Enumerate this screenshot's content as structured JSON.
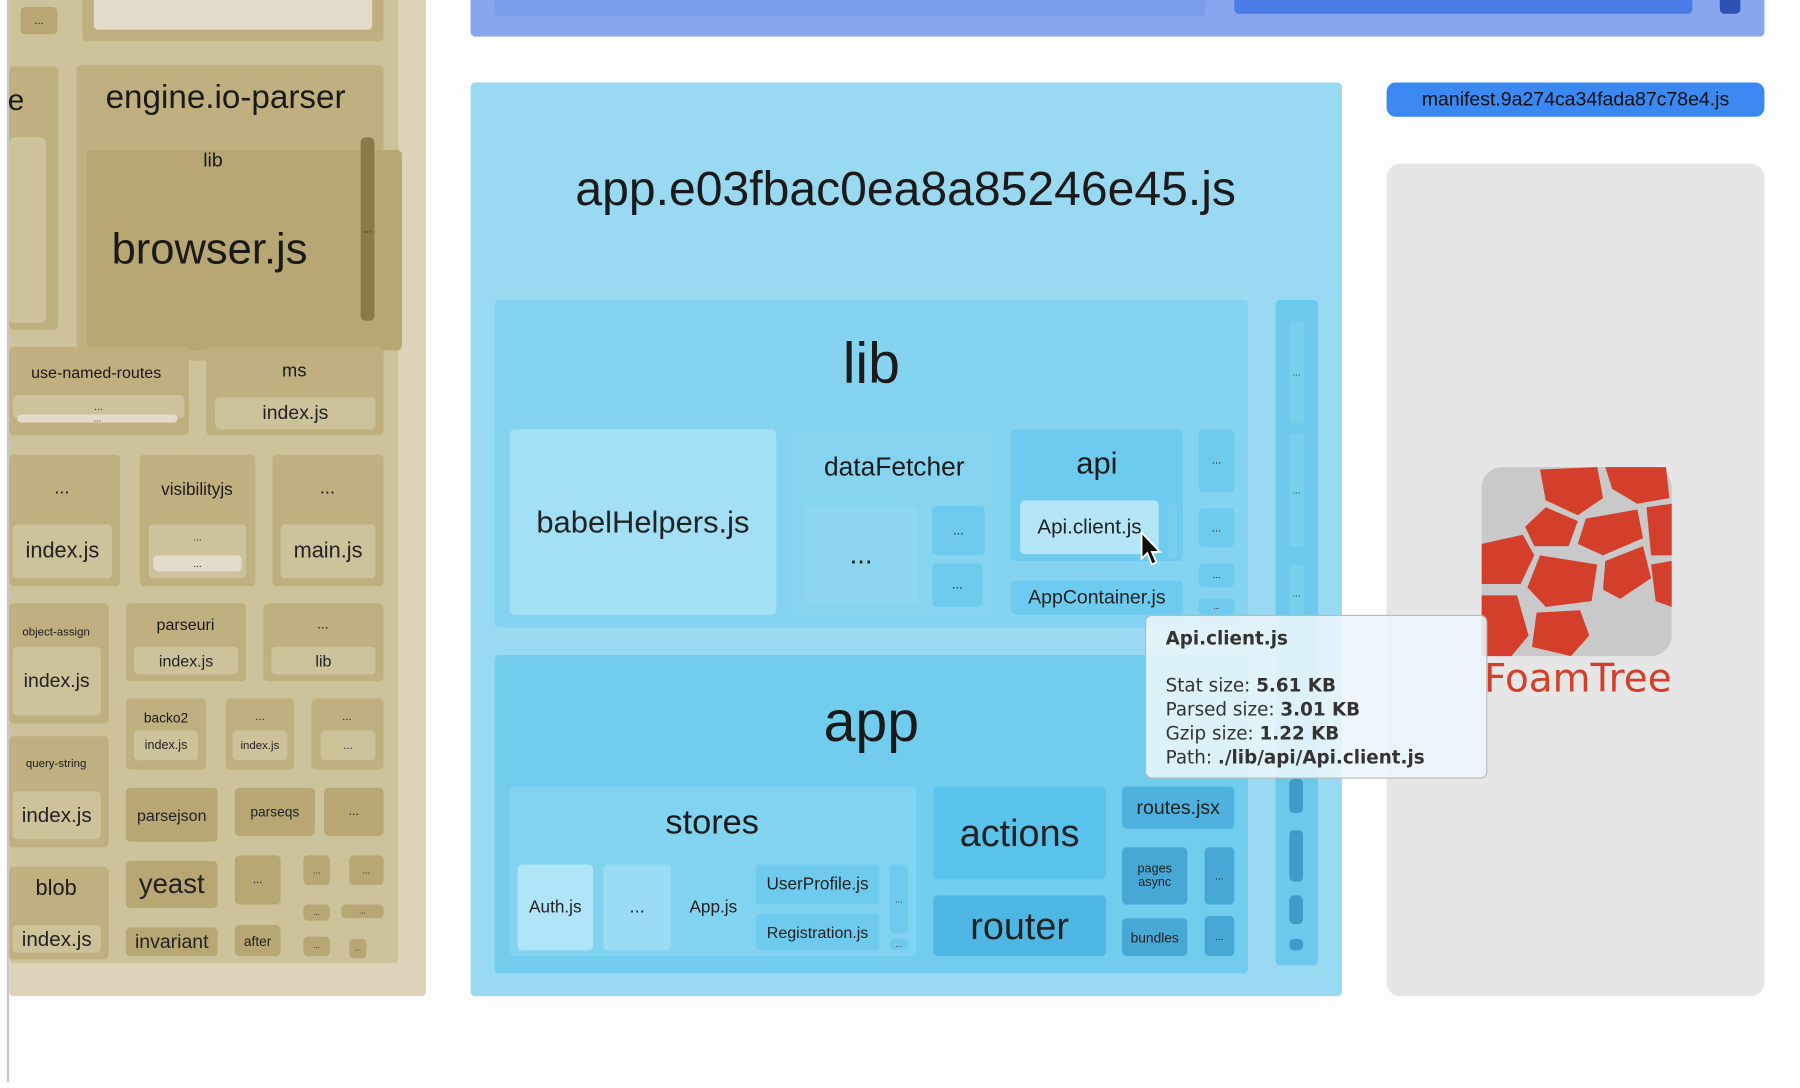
{
  "left_group": {
    "partial_label": "e",
    "engine": {
      "label": "engine.io-parser",
      "lib": "lib",
      "file": "browser.js",
      "more": "..."
    },
    "use_named_routes": {
      "label": "use-named-routes",
      "more1": "...",
      "more2": "..."
    },
    "ms": {
      "label": "ms",
      "file": "index.js"
    },
    "unnamed1": {
      "label": "...",
      "file": "index.js"
    },
    "visibilityjs": {
      "label": "visibilityjs",
      "more1": "...",
      "more2": "..."
    },
    "unnamed2": {
      "label": "...",
      "file": "main.js"
    },
    "object_assign": {
      "label": "object-assign",
      "file": "index.js"
    },
    "parseuri": {
      "label": "parseuri",
      "file": "index.js"
    },
    "unnamed3": {
      "label": "...",
      "file": "lib"
    },
    "query_string": {
      "label": "query-string",
      "file": "index.js"
    },
    "backo2": {
      "label": "backo2",
      "file": "index.js"
    },
    "unnamed4": {
      "label": "...",
      "file": "index.js"
    },
    "unnamed5": {
      "label": "...",
      "file": "..."
    },
    "parsejson": "parsejson",
    "parseqs": "parseqs",
    "unnamed6": "...",
    "blob": {
      "label": "blob",
      "file": "index.js"
    },
    "yeast": "yeast",
    "invariant": "invariant",
    "after": "after",
    "small": [
      "...",
      "...",
      "...",
      "...",
      "...",
      "...",
      "...",
      "..."
    ]
  },
  "app_bundle": {
    "title": "app.e03fbac0ea8a85246e45.js",
    "lib": {
      "label": "lib",
      "babelHelpers": "babelHelpers.js",
      "dataFetcher": {
        "label": "dataFetcher",
        "more": "...",
        "s1": "...",
        "s2": "..."
      },
      "api": {
        "label": "api",
        "file": "Api.client.js"
      },
      "appContainer": "AppContainer.js",
      "side": [
        "...",
        "...",
        "...",
        "..."
      ]
    },
    "side_column": [
      "...",
      "...",
      "..."
    ],
    "app": {
      "label": "app",
      "stores": {
        "label": "stores",
        "auth": "Auth.js",
        "more": "...",
        "app": "App.js",
        "userProfile": "UserProfile.js",
        "registration": "Registration.js",
        "s1": "...",
        "s2": "..."
      },
      "actions": "actions",
      "router": "router",
      "routes": "routes.jsx",
      "pages": "pages async",
      "pages_more": "...",
      "bundles": "bundles",
      "bundles_more": "..."
    }
  },
  "manifest": "manifest.9a274ca34fada87c78e4.js",
  "logo": "FoamTree",
  "tooltip": {
    "title": "Api.client.js",
    "rows": [
      {
        "label": "Stat size:",
        "value": "5.61 KB"
      },
      {
        "label": "Parsed size:",
        "value": "3.01 KB"
      },
      {
        "label": "Gzip size:",
        "value": "1.22 KB"
      },
      {
        "label": "Path:",
        "value": "./lib/api/Api.client.js"
      }
    ]
  },
  "colors": {
    "vendor": "#c0b07f",
    "app": "#9ad9f2",
    "manifest": "#3b88f0",
    "logo": "#d33f2a"
  }
}
